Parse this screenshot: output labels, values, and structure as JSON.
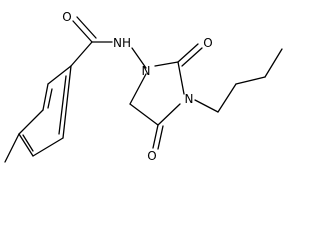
{
  "molecule": {
    "atoms": {
      "amide_oxygen": "O",
      "amide_nitrogen": "NH",
      "ring_nitrogen_1": "N",
      "ring_nitrogen_3": "N",
      "urea_oxygen": "O",
      "imide_oxygen": "O"
    }
  }
}
